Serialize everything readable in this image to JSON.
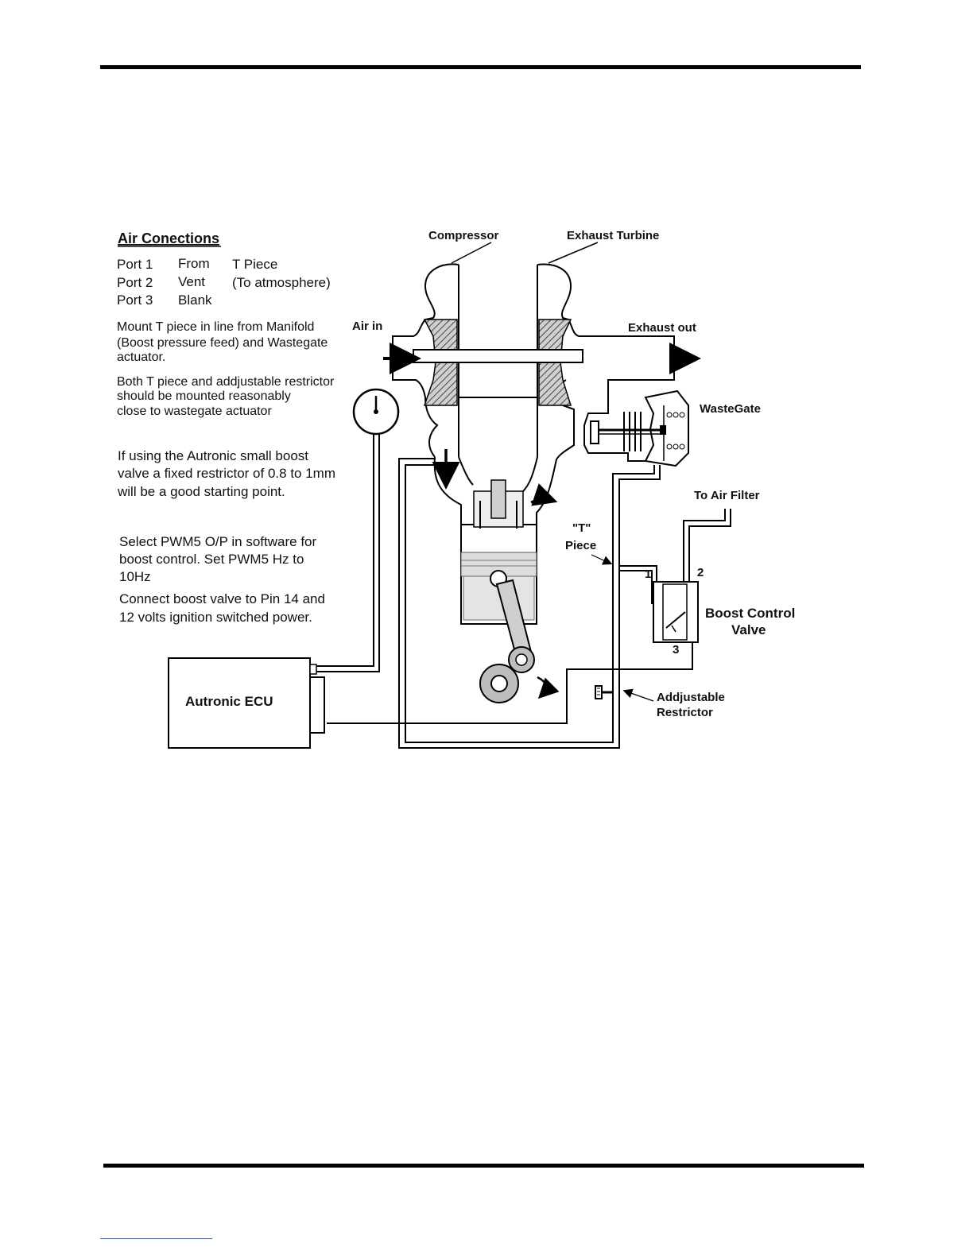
{
  "air_connections": {
    "heading": "Air Conections",
    "ports": [
      {
        "port": "Port 1",
        "kind": "From",
        "detail": "T Piece"
      },
      {
        "port": "Port 2",
        "kind": "Vent",
        "detail": "(To atmosphere)"
      },
      {
        "port": "Port 3",
        "kind": "Blank",
        "detail": ""
      }
    ]
  },
  "notes": {
    "mount": [
      "Mount T piece in line from Manifold",
      "(Boost pressure feed) and Wastegate",
      "actuator."
    ],
    "both": [
      "Both T piece and addjustable restrictor",
      "should be mounted reasonably",
      "close to wastegate actuator"
    ],
    "restrictor": [
      "If using the Autronic small boost",
      "valve a fixed restrictor of 0.8 to 1mm",
      "will be a good starting point."
    ],
    "select": [
      "Select PWM5 O/P in software for",
      "boost control. Set PWM5 Hz to",
      "10Hz"
    ],
    "connect": [
      "Connect boost valve to Pin 14 and",
      "12 volts ignition switched power."
    ]
  },
  "labels": {
    "compressor": "Compressor",
    "exhaust_turbine": "Exhaust Turbine",
    "air_in": "Air in",
    "exhaust_out": "Exhaust out",
    "wastegate": "WasteGate",
    "to_air_filter": "To Air Filter",
    "t_piece_1": "\"T\"",
    "t_piece_2": "Piece",
    "port_1": "1",
    "port_2": "2",
    "port_3": "3",
    "boost_valve_1": "Boost Control",
    "boost_valve_2": "Valve",
    "restrictor_1": "Addjustable",
    "restrictor_2": "Restrictor",
    "ecu": "Autronic  ECU"
  },
  "icons": [
    "boost-gauge-icon",
    "arrow-right-icon",
    "arrow-down-icon",
    "rotation-arrow-icon",
    "restrictor-knob-icon"
  ]
}
